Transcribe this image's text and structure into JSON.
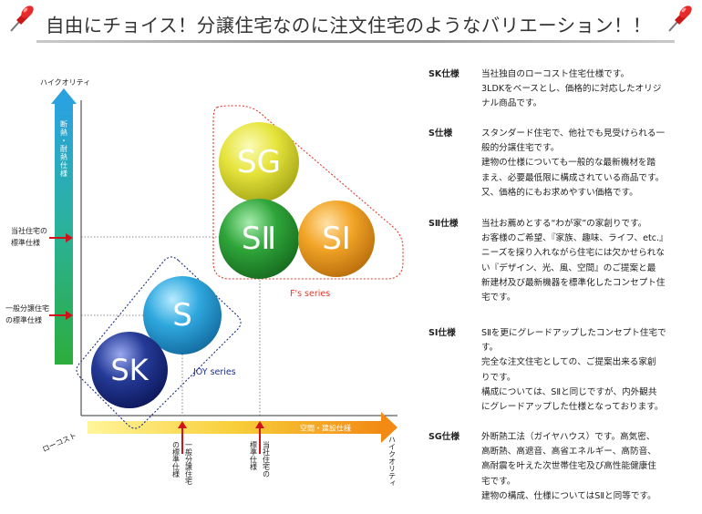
{
  "header": {
    "title": "自由にチョイス！分譲住宅なのに注文住宅のようなバリエーション！！"
  },
  "diagram": {
    "y_axis_label": "ハイクオリティ",
    "y_axis_bar_label": "断熱・耐熱仕様",
    "x_origin_label": "ローコスト",
    "x_axis_label": "ハイクオリティ",
    "x_axis_bar_label": "空間・建設仕様",
    "y_markers": [
      {
        "line1": "当社住宅の",
        "line2": "標準仕様"
      },
      {
        "line1": "一般分譲住宅",
        "line2": "の標準仕様"
      }
    ],
    "x_markers": [
      {
        "line1": "一般分譲住宅",
        "line2": "の標準仕様"
      },
      {
        "line1": "当社住宅の",
        "line2": "標準仕様"
      }
    ],
    "balls": [
      {
        "label": "SG",
        "color": "#e8e63a"
      },
      {
        "label": "SⅡ",
        "color": "#2f9a3a"
      },
      {
        "label": "SⅠ",
        "color": "#f0a020"
      },
      {
        "label": "S",
        "color": "#2aa6dc"
      },
      {
        "label": "SK",
        "color": "#1e2f8c"
      }
    ],
    "groups": [
      {
        "label": "F's series",
        "color": "#e03b2b"
      },
      {
        "label": "JOY series",
        "color": "#1d2f86"
      }
    ]
  },
  "specs": [
    {
      "name": "SK仕様",
      "lines": [
        "当社独自のローコスト住宅仕様です。",
        "3LDKをベースとし、価格的に対応したオリジ",
        "ナル商品です。"
      ]
    },
    {
      "name": "S仕様",
      "lines": [
        "スタンダード住宅で、他社でも見受けられる一",
        "般的分譲住宅です。",
        "建物の仕様についても一般的な最新機材を踏",
        "まえ、必要最低限に構成されている商品です。",
        "又、価格的にもお求めやすい価格です。"
      ]
    },
    {
      "name": "SⅡ仕様",
      "lines": [
        "当社お薦めとする“わが家”の家創りです。",
        "お客様のご希望、『家族、趣味、ライフ、etc.』",
        "ニーズを採り入れながら住宅には欠かせられな",
        "い『デザイン、光、風、空間』のご提案と最",
        "新建材及び最新機器を標準化したコンセプト住",
        "宅です。"
      ]
    },
    {
      "name": "SⅠ仕様",
      "lines": [
        "SⅡを更にグレードアップしたコンセプト住宅で",
        "す。",
        "完全な注文住宅としての、ご提案出来る家創",
        "りです。",
        "構成については、SⅡと同じですが、内外観共",
        "にグレードアップした仕様となっております。"
      ]
    },
    {
      "name": "SG仕様",
      "lines": [
        "外断熱工法（ガイヤハウス）です。高気密、",
        "高断熱、高遮音、高省エネルギー、高防音、",
        "高耐震を叶えた次世帯住宅及び高性能健康住",
        "宅です。",
        "建物の構成、仕様についてはSⅡと同等です。"
      ]
    }
  ]
}
